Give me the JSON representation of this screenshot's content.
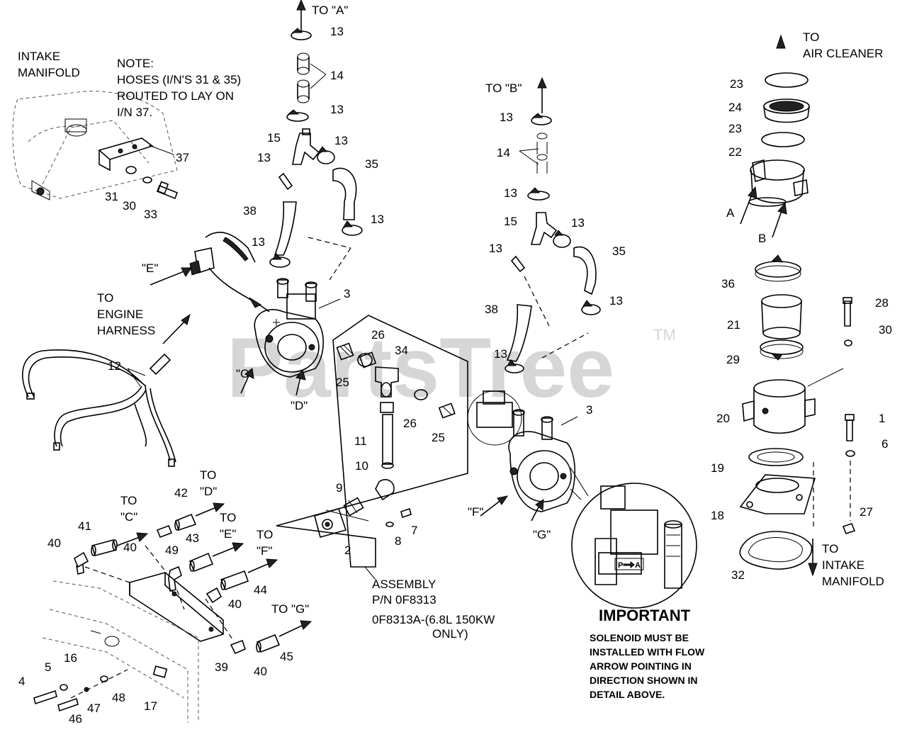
{
  "watermark": {
    "brand": "PartsTree",
    "tm": "TM"
  },
  "note": {
    "intake_manifold_line1": "INTAKE",
    "intake_manifold_line2": "MANIFOLD",
    "line1": "NOTE:",
    "line2": "HOSES (I/N'S 31 & 35)",
    "line3": "ROUTED TO LAY ON",
    "line4": "I/N 37."
  },
  "to_engine_harness": {
    "line1": "TO",
    "line2": "ENGINE",
    "line3": "HARNESS"
  },
  "to_air_cleaner": {
    "line1": "TO",
    "line2": "AIR CLEANER"
  },
  "to_intake_manifold": {
    "line1": "TO",
    "line2": "INTAKE",
    "line3": "MANIFOLD"
  },
  "to_labels": {
    "to_a": "TO \"A\"",
    "to_b": "TO \"B\"",
    "to_c_1": "TO",
    "to_c_2": "\"C\"",
    "to_d_1": "TO",
    "to_d_2": "\"D\"",
    "to_e_1": "TO",
    "to_e_2": "\"E\"",
    "to_f_1": "TO",
    "to_f_2": "\"F\"",
    "to_g": "TO \"G\""
  },
  "letter_callouts": {
    "e": "\"E\"",
    "c": "\"C\"",
    "d": "\"D\"",
    "f": "\"F\"",
    "g": "\"G\"",
    "a": "A",
    "b": "B"
  },
  "assembly": {
    "line1": "ASSEMBLY",
    "line2": "P/N 0F8313",
    "line3": "0F8313A-(6.8L 150KW",
    "line4": "ONLY)"
  },
  "important": {
    "title": "IMPORTANT",
    "line1": "SOLENOID MUST BE",
    "line2": "INSTALLED WITH FLOW",
    "line3": "ARROW POINTING IN",
    "line4": "DIRECTION SHOWN IN",
    "line5": "DETAIL ABOVE.",
    "flow_mark": "P",
    "flow_mark_2": "A"
  },
  "part_numbers": {
    "p13a": "13",
    "p14a": "14",
    "p13b": "13",
    "p15a": "15",
    "p13c": "13",
    "p13d": "13",
    "p35a": "35",
    "p38a": "38",
    "p13e": "13",
    "p13f": "13",
    "p37": "37",
    "p31": "31",
    "p30a": "30",
    "p33": "33",
    "p3a": "3",
    "p12": "12",
    "p25a": "25",
    "p26a": "26",
    "p34": "34",
    "p11": "11",
    "p26b": "26",
    "p25b": "25",
    "p10": "10",
    "p9": "9",
    "p2": "2",
    "p8": "8",
    "p7": "7",
    "p13g": "13",
    "p14b": "14",
    "p13h": "13",
    "p15b": "15",
    "p13i": "13",
    "p13j": "13",
    "p35b": "35",
    "p13k": "13",
    "p38b": "38",
    "p13l": "13",
    "p3b": "3",
    "p23a": "23",
    "p24": "24",
    "p23b": "23",
    "p22": "22",
    "p36": "36",
    "p28": "28",
    "p21": "21",
    "p30b": "30",
    "p29": "29",
    "p20": "20",
    "p1": "1",
    "p6": "6",
    "p19": "19",
    "p18": "18",
    "p27": "27",
    "p32": "32",
    "p41": "41",
    "p42": "42",
    "p43": "43",
    "p40a": "40",
    "p40b": "40",
    "p49": "49",
    "p44": "44",
    "p40c": "40",
    "p45": "45",
    "p40d": "40",
    "p39": "39",
    "p16": "16",
    "p4": "4",
    "p5": "5",
    "p48": "48",
    "p47": "47",
    "p46": "46",
    "p17": "17"
  }
}
